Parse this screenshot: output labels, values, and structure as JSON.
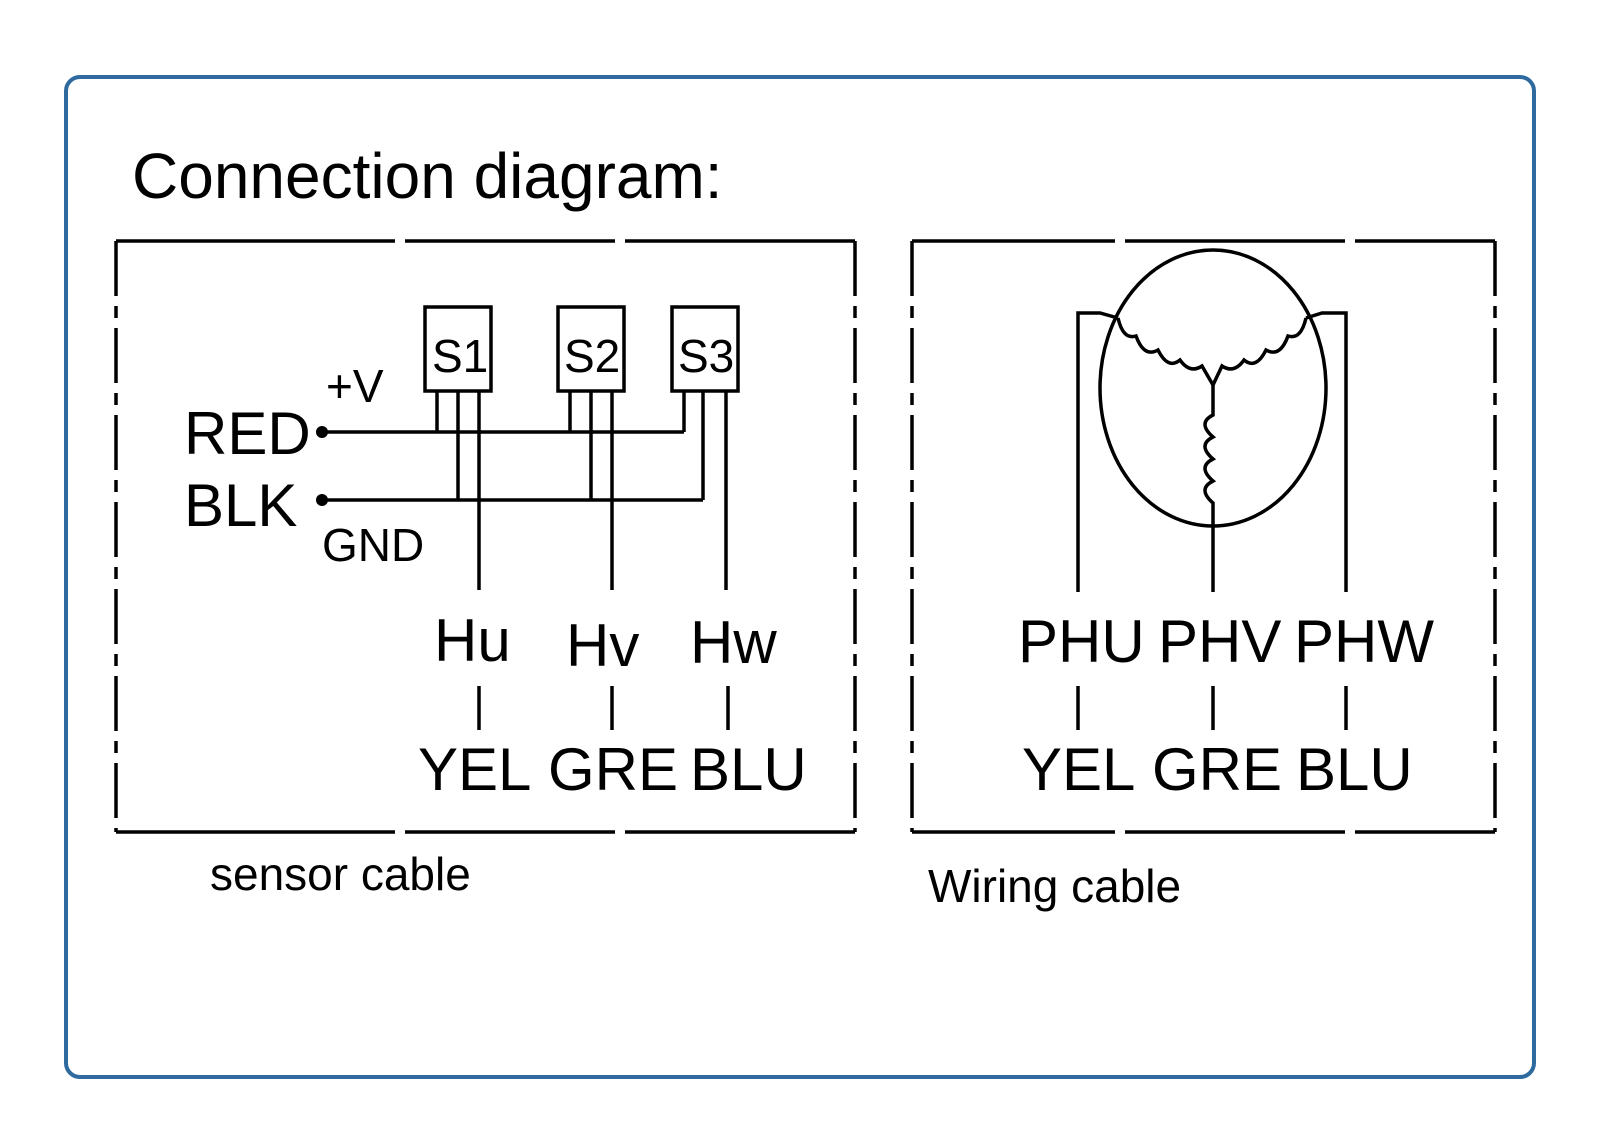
{
  "title": "Connection diagram:",
  "colors": {
    "frame": "#2e6a9e",
    "line": "#000000",
    "background": "#ffffff"
  },
  "sensor_panel": {
    "caption": "sensor cable",
    "supply_label": "+V",
    "ground_label": "GND",
    "red_label": "RED",
    "black_label": "BLK",
    "sensors": [
      "S1",
      "S2",
      "S3"
    ],
    "outputs": [
      "Hu",
      "Hv",
      "Hw"
    ],
    "colors": [
      "YEL",
      "GRE",
      "BLU"
    ]
  },
  "wiring_panel": {
    "caption": "Wiring cable",
    "phases": [
      "PHU",
      "PHV",
      "PHW"
    ],
    "colors": [
      "YEL",
      "GRE",
      "BLU"
    ]
  }
}
